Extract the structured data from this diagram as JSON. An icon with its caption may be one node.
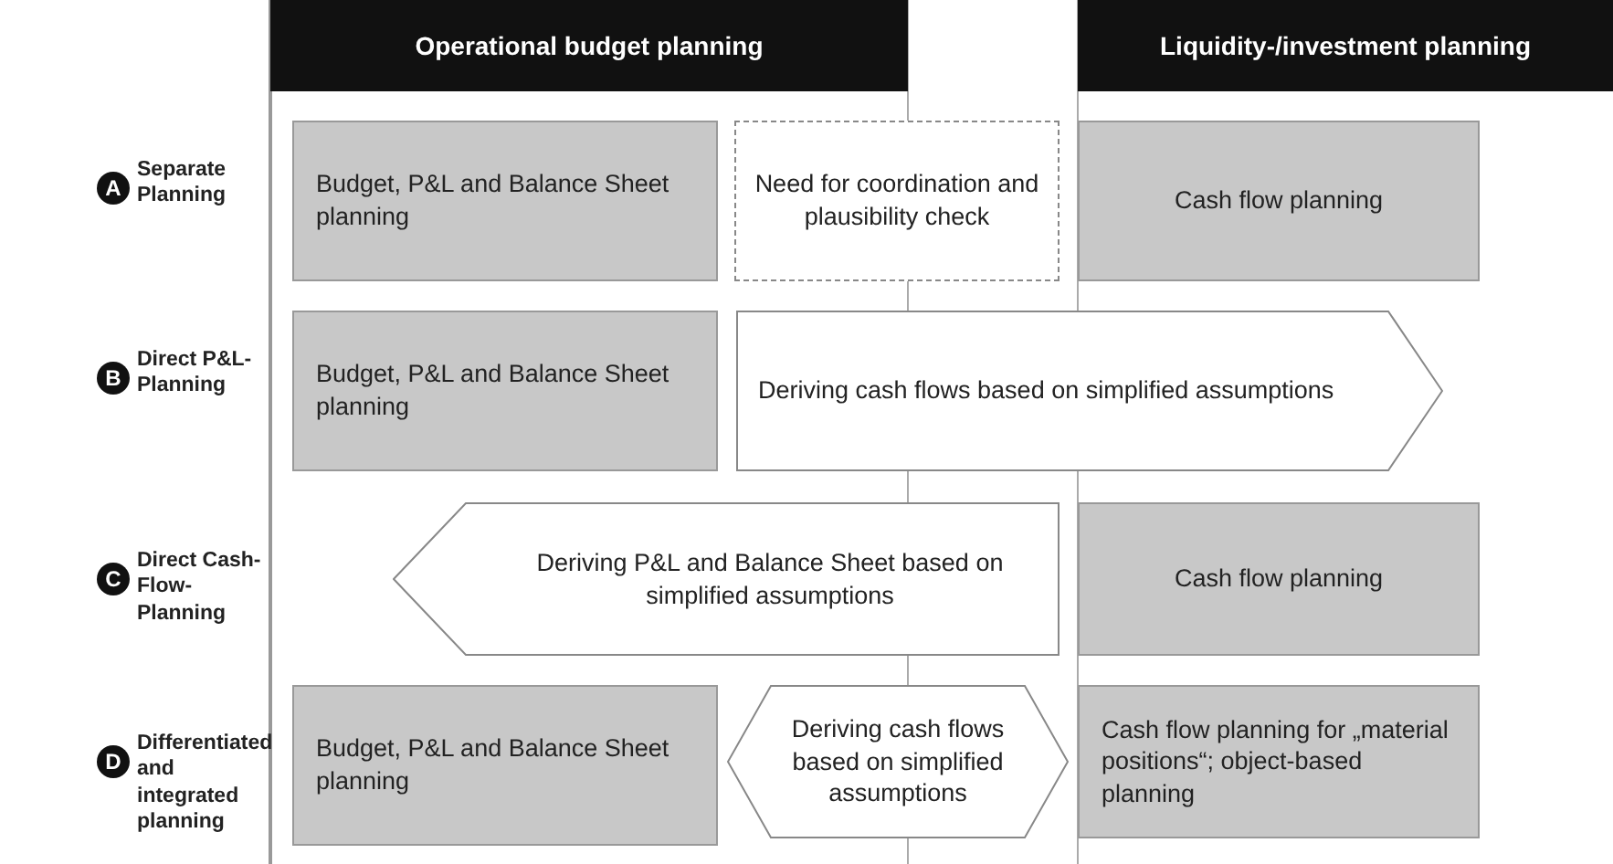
{
  "diagram": {
    "nodes": [
      {
        "text": [
          "Operational budget planning"
        ]
      },
      {
        "text": [
          "Liquidity-/investment planning"
        ]
      },
      {
        "text": [
          "A"
        ],
        "beside": [
          "Separate Planning"
        ]
      },
      {
        "text": [
          "Budget, P&L and Balance Sheet planning"
        ]
      },
      {
        "text": [
          "Need for coordination and plausibility check"
        ]
      },
      {
        "text": [
          "Cash flow planning"
        ]
      },
      {
        "text": [
          "B"
        ],
        "beside": [
          "Direct P&L-Planning"
        ]
      },
      {
        "text": [
          "Budget, P&L and Balance Sheet planning"
        ]
      },
      {
        "text": [
          "Deriving cash flows based on simplified assumptions"
        ]
      },
      {
        "text": [
          "C"
        ],
        "beside": [
          "Direct Cash-Flow-Planning"
        ]
      },
      {
        "text": [
          "Deriving P&L and Balance Sheet based on simplified assumptions"
        ]
      },
      {
        "text": [
          "Cash flow planning"
        ]
      },
      {
        "text": [
          "D"
        ],
        "beside": [
          "Differentiated and integrated planning"
        ]
      },
      {
        "text": [
          "Budget, P&L and Balance Sheet planning"
        ]
      },
      {
        "text": [
          "Deriving cash flows based on simplified assumptions"
        ]
      },
      {
        "text": [
          "Cash flow planning for „material positions“; object-based planning"
        ]
      }
    ]
  }
}
